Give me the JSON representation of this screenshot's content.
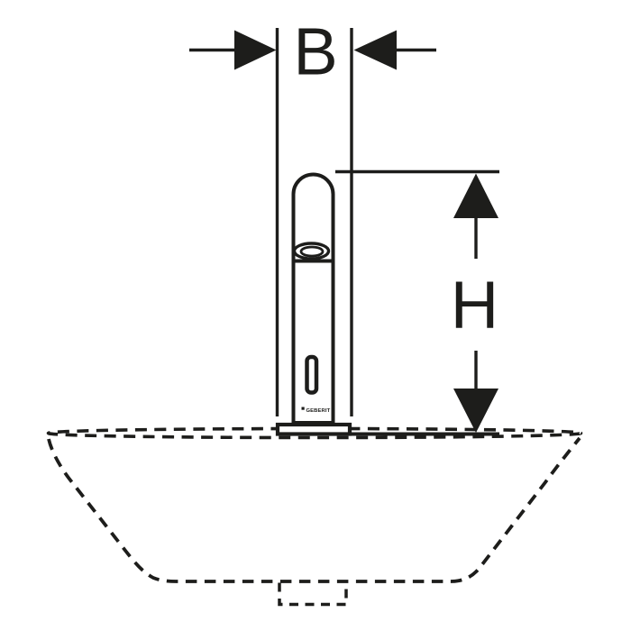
{
  "diagram": {
    "type": "technical-dimension-drawing",
    "subject": "Deck-mounted tap on washbasin, front view with dimension lines",
    "background_color": "#ffffff",
    "line_color": "#1d1d1b",
    "labels": {
      "width_dimension": "B",
      "height_dimension": "H"
    },
    "brand": "GEBERIT"
  }
}
